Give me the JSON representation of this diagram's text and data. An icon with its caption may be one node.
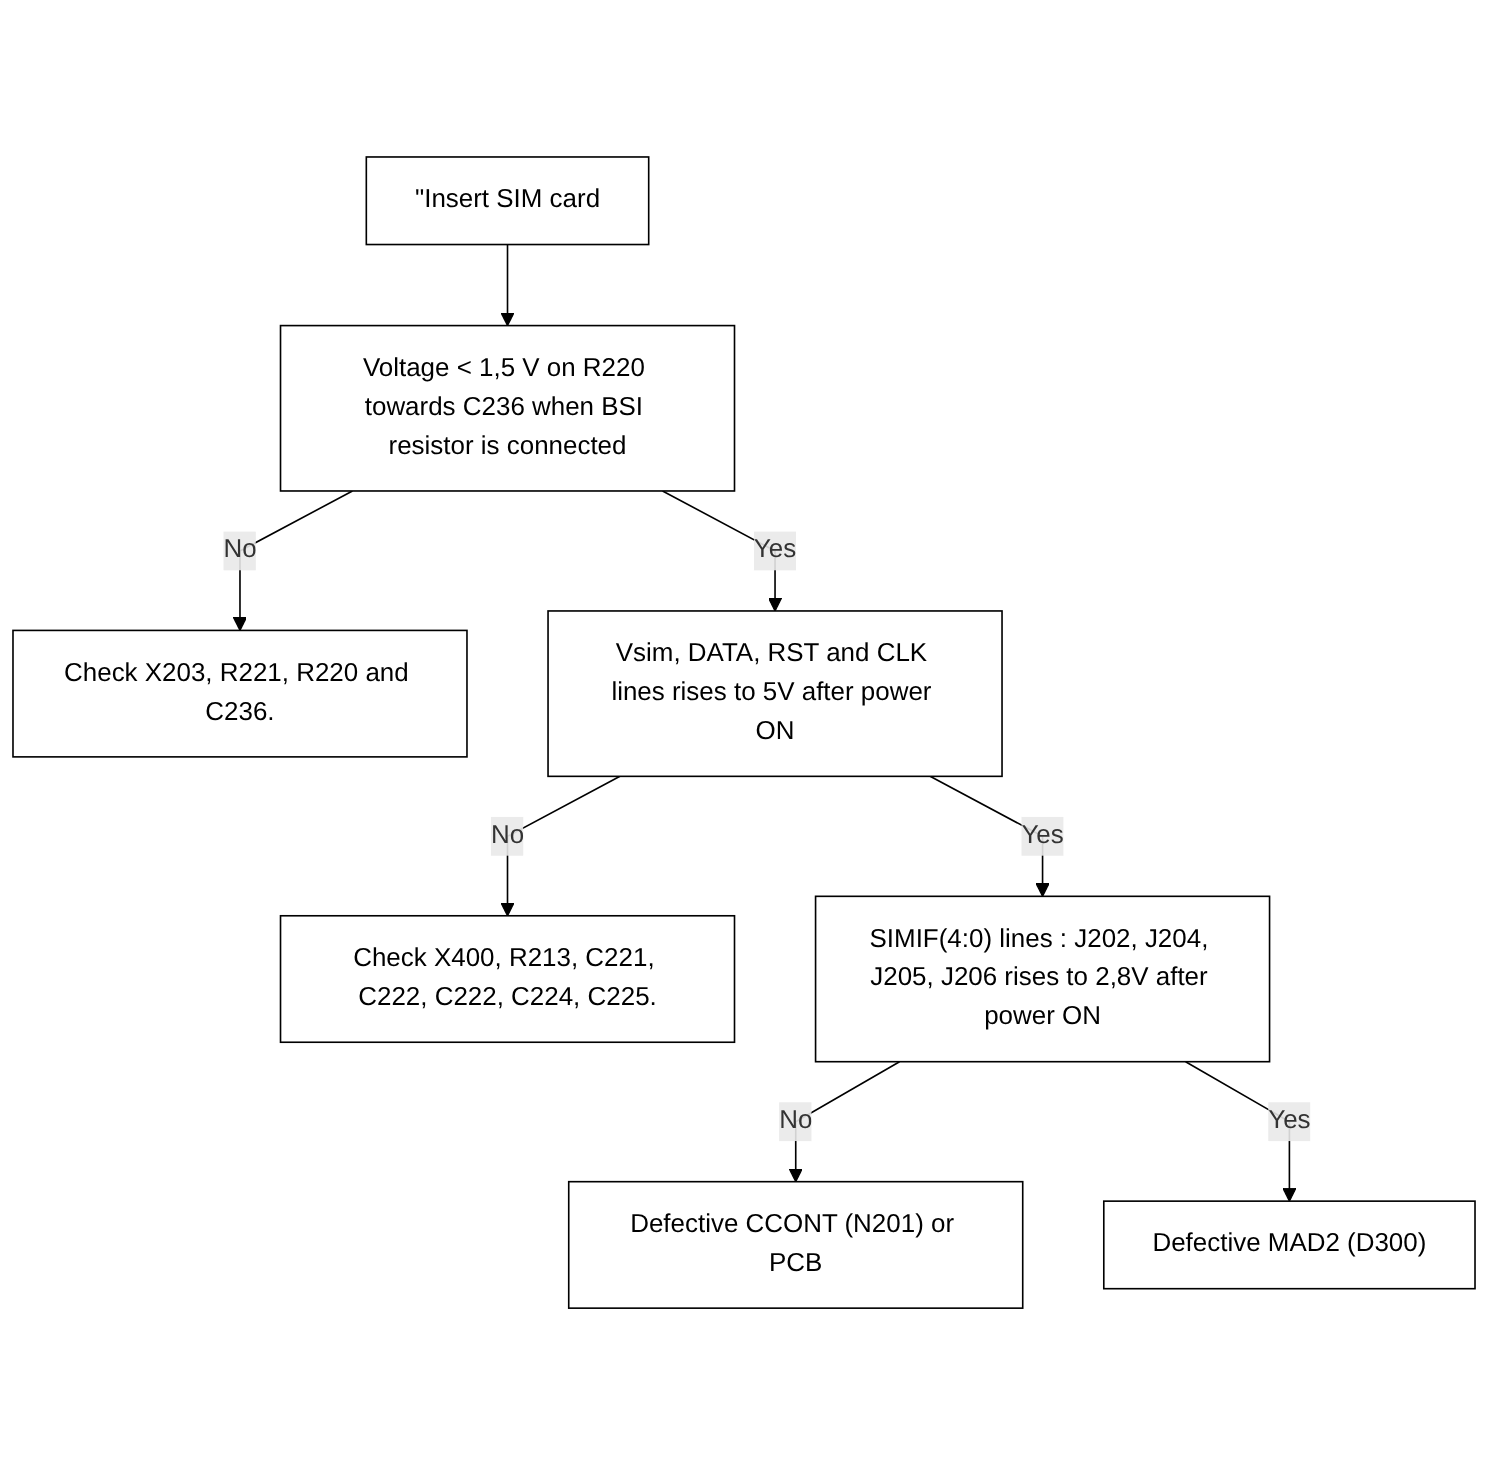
{
  "diagram": {
    "nodes": [
      {
        "text": [
          "\"Insert SIM card"
        ]
      },
      {
        "text": [
          "Voltage < 1,5 V on R220 towards C236 when BSI resistor is connected"
        ]
      },
      {
        "text": [
          "Check X203, R221, R220 and C236."
        ]
      },
      {
        "text": [
          "Vsim, DATA, RST and CLK lines rises to 5V after power ON"
        ]
      },
      {
        "text": [
          "Check X400, R213, C221, C222, C222, C224, C225."
        ]
      },
      {
        "text": [
          "SIMIF(4:0) lines : J202, J204, J205, J206 rises to 2,8V after power ON"
        ]
      },
      {
        "text": [
          "Defective CCONT (N201) or PCB"
        ]
      },
      {
        "text": [
          "Defective MAD2 (D300)"
        ]
      }
    ],
    "edges": [
      {
        "from": 0,
        "to": 1,
        "arrow": "to"
      },
      {
        "from": 1,
        "to": 2,
        "label": "No",
        "arrow": "to"
      },
      {
        "from": 1,
        "to": 3,
        "label": "Yes",
        "arrow": "to"
      },
      {
        "from": 3,
        "to": 4,
        "label": "No",
        "arrow": "to"
      },
      {
        "from": 3,
        "to": 5,
        "label": "Yes",
        "arrow": "to"
      },
      {
        "from": 5,
        "to": 6,
        "label": "No",
        "arrow": "to"
      },
      {
        "from": 5,
        "to": 7,
        "label": "Yes",
        "arrow": "to"
      }
    ]
  }
}
